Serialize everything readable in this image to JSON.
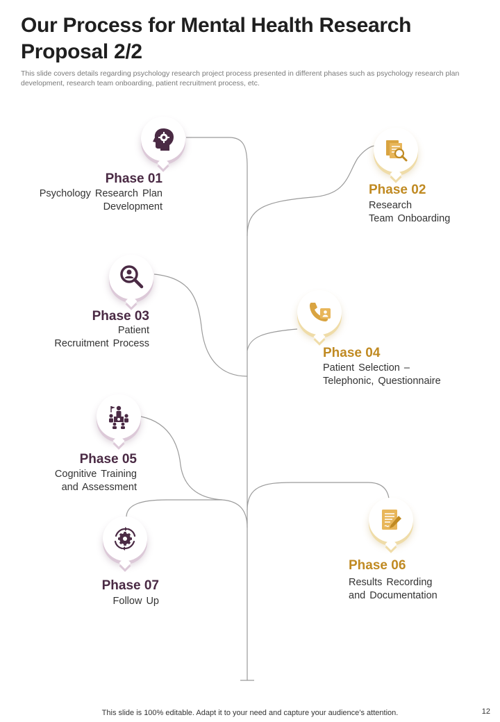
{
  "header": {
    "title": "Our Process for Mental Health Research Proposal 2/2",
    "subtitle": "This slide covers details regarding psychology research project process presented in different phases such as psychology research plan development, research team onboarding, patient recruitment process, etc."
  },
  "colors": {
    "purple": "#4a2a44",
    "gold": "#c08a22",
    "line": "#9a9a9a"
  },
  "phases": [
    {
      "title": "Phase 01",
      "desc1": "Psychology Research Plan",
      "desc2": "Development",
      "icon": "brain-gear-icon"
    },
    {
      "title": "Phase 02",
      "desc1": "Research",
      "desc2": "Team Onboarding",
      "icon": "documents-magnifier-icon"
    },
    {
      "title": "Phase 03",
      "desc1": "Patient",
      "desc2": "Recruitment Process",
      "icon": "person-search-icon"
    },
    {
      "title": "Phase 04",
      "desc1": "Patient Selection –",
      "desc2": "Telephonic, Questionnaire",
      "icon": "phone-contact-icon"
    },
    {
      "title": "Phase 05",
      "desc1": "Cognitive Training",
      "desc2": "and Assessment",
      "icon": "team-presentation-icon"
    },
    {
      "title": "Phase 06",
      "desc1": "Results Recording",
      "desc2": "and Documentation",
      "icon": "document-signing-icon"
    },
    {
      "title": "Phase 07",
      "desc1": "Follow Up",
      "desc2": "",
      "icon": "gear-cycle-icon"
    }
  ],
  "footer": {
    "note": "This slide is 100% editable. Adapt it to your need and capture your audience’s attention.",
    "page_number": "12"
  }
}
